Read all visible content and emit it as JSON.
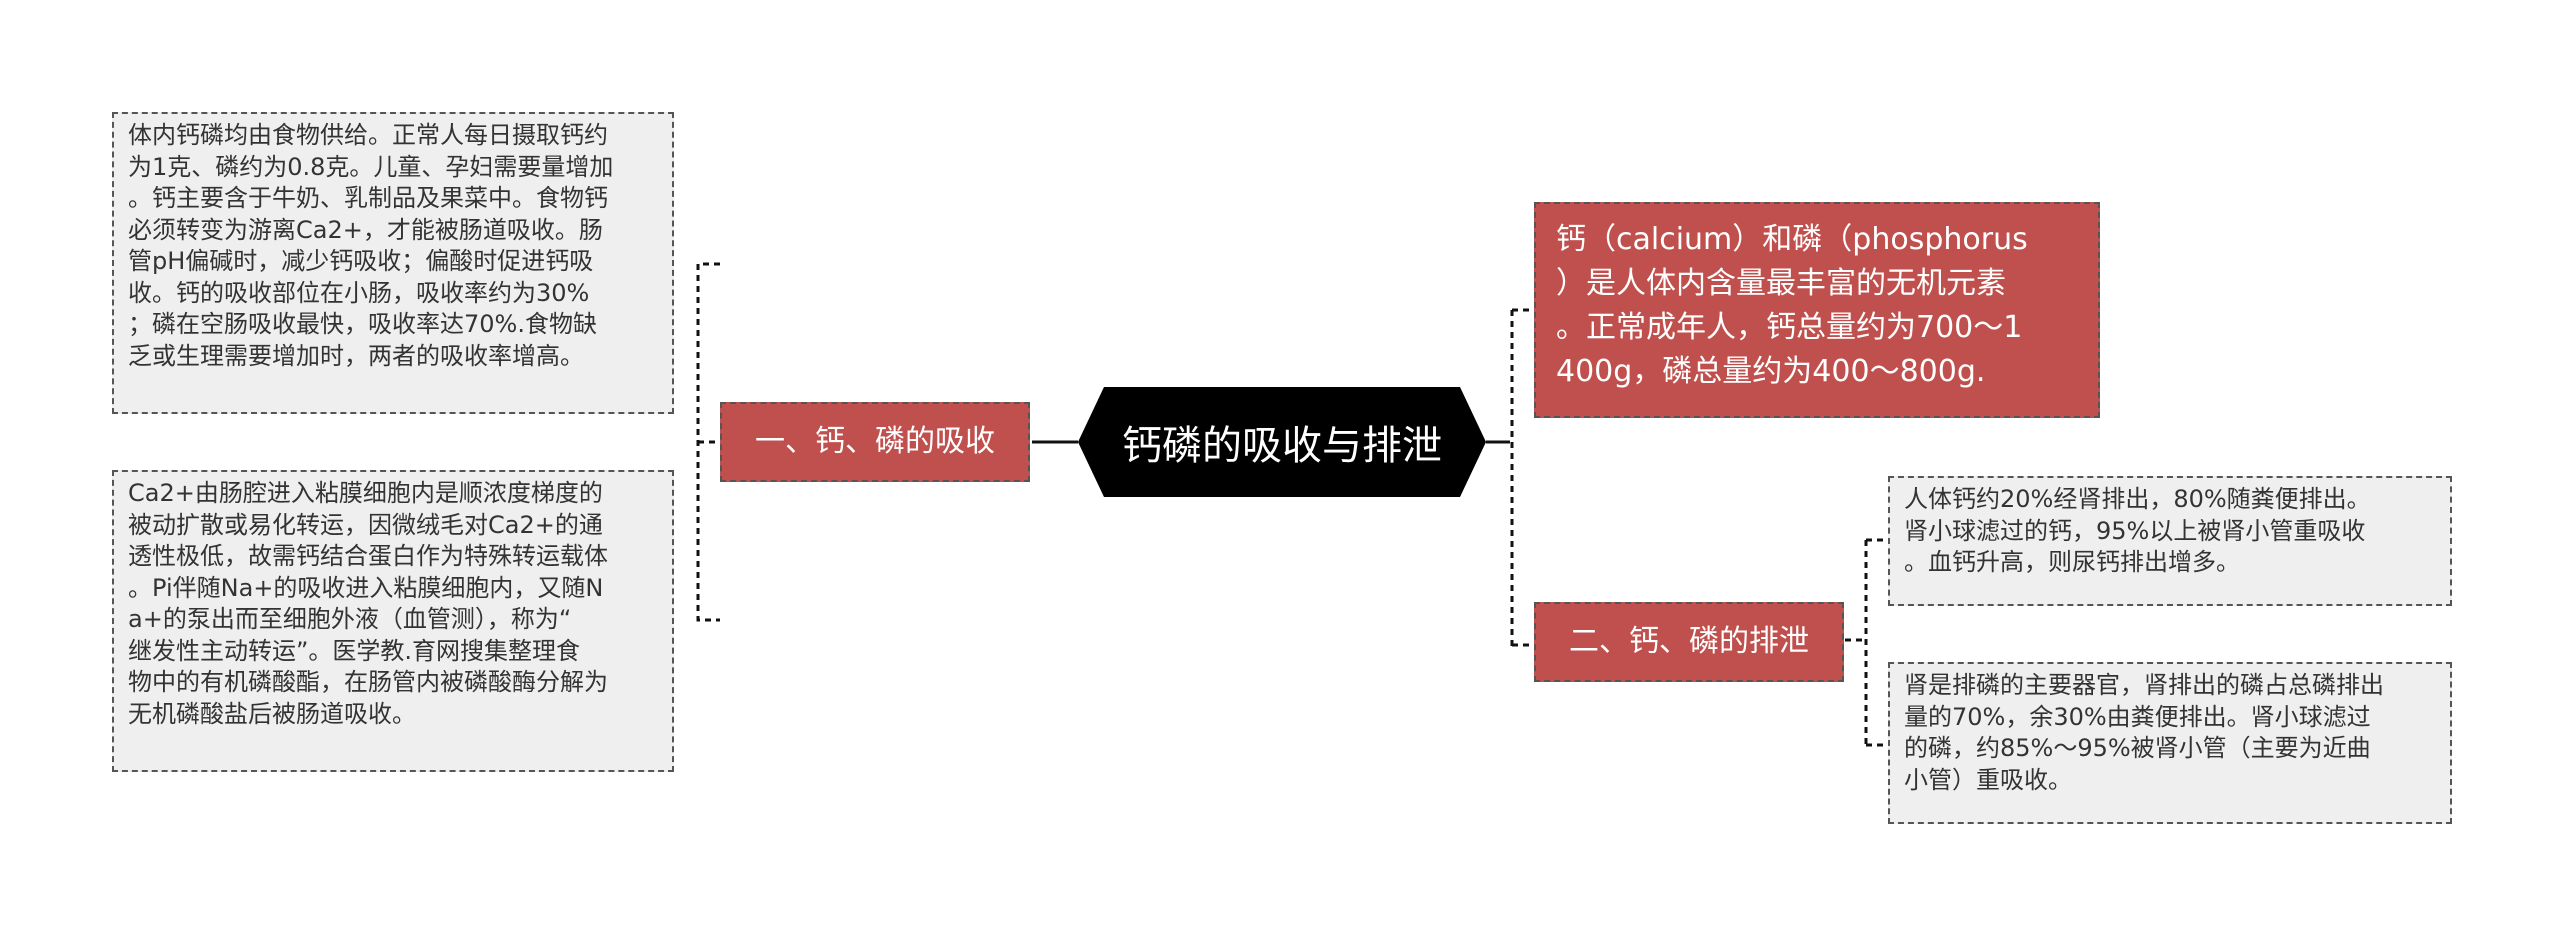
{
  "central": "钙磷的吸收与排泄",
  "branches": {
    "absorption": {
      "label": "一、钙、磷的吸收",
      "details": [
        "体内钙磷均由食物供给。正常人每日摄取钙约\n为1克、磷约为0.8克。儿童、孕妇需要量增加\n。钙主要含于牛奶、乳制品及果菜中。食物钙\n必须转变为游离Ca2+，才能被肠道吸收。肠\n管pH偏碱时，减少钙吸收；偏酸时促进钙吸\n收。钙的吸收部位在小肠，吸收率约为30%\n；磷在空肠吸收最快，吸收率达70%.食物缺\n乏或生理需要增加时，两者的吸收率增高。",
        "Ca2+由肠腔进入粘膜细胞内是顺浓度梯度的\n被动扩散或易化转运，因微绒毛对Ca2+的通\n透性极低，故需钙结合蛋白作为特殊转运载体\n。Pi伴随Na+的吸收进入粘膜细胞内，又随N\na+的泵出而至细胞外液（血管测），称为“\n继发性主动转运”。医学教.育网搜集整理食\n物中的有机磷酸酯，在肠管内被磷酸酶分解为\n无机磷酸盐后被肠道吸收。"
      ]
    },
    "intro": "钙（calcium）和磷（phosphorus\n）是人体内含量最丰富的无机元素\n。正常成年人，钙总量约为700～1\n400g，磷总量约为400～800g.",
    "excretion": {
      "label": "二、钙、磷的排泄",
      "details": [
        "人体钙约20%经肾排出，80%随粪便排出。\n肾小球滤过的钙，95%以上被肾小管重吸收\n。血钙升高，则尿钙排出增多。",
        "肾是排磷的主要器官，肾排出的磷占总磷排出\n量的70%，余30%由粪便排出。肾小球滤过\n的磷，约85%～95%被肾小管（主要为近曲\n小管）重吸收。"
      ]
    }
  },
  "colors": {
    "central_fill": "#000000",
    "branch_fill": "#c0504d",
    "leaf_fill": "#efefef",
    "line": "#111111",
    "border": "#555555"
  }
}
